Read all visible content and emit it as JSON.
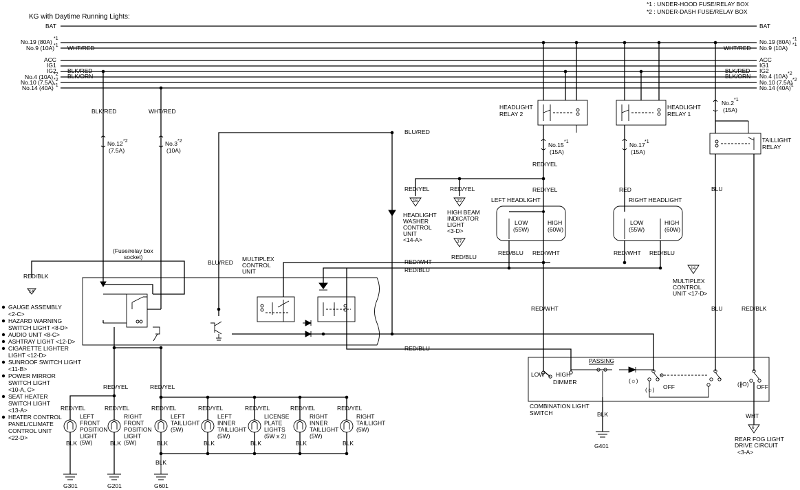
{
  "title": "KG with Daytime Running Lights:",
  "notes": [
    "*1 : UNDER-HOOD FUSE/RELAY BOX",
    "*2 : UNDER-DASH FUSE/RELAY BOX"
  ],
  "buses": {
    "bat": "BAT",
    "no19": "No.19 (80A)",
    "no9": "No.9 (10A)",
    "acc": "ACC",
    "ig1": "IG1",
    "ig2": "IG2",
    "no4": "No.4 (10A)",
    "no10": "No.10 (7.5A)",
    "no14": "No.14 (40A)",
    "m1": "*1",
    "m2": "*2",
    "whtred": "WHT/RED",
    "blkred": "BLK/RED",
    "blkorn": "BLK/ORN"
  },
  "wires": {
    "blkred": "BLK/RED",
    "whtred": "WHT/RED",
    "blured": "BLU/RED",
    "redyel": "RED/YEL",
    "red": "RED",
    "blu": "BLU",
    "redblk": "RED/BLK",
    "redblu": "RED/BLU",
    "redwht": "RED/WHT",
    "blk": "BLK",
    "wht": "WHT"
  },
  "fuses": {
    "no12": "No.12",
    "no12_amp": "(7.5A)",
    "no3": "No.3",
    "no3_amp": "(10A)",
    "no15": "No.15",
    "no15_amp": "(15A)",
    "no17": "No.17",
    "no17_amp": "(15A)",
    "no2": "No.2",
    "no2_amp": "(15A)"
  },
  "relays": {
    "hl2_a": "HEADLIGHT",
    "hl2_b": "RELAY 2",
    "hl1_a": "HEADLIGHT",
    "hl1_b": "RELAY 1",
    "tl_a": "TAILLIGHT",
    "tl_b": "RELAY"
  },
  "modules": {
    "socket_a": "(Fuse/relay box",
    "socket_b": "socket)",
    "mpx_a": "MULTIPLEX",
    "mpx_b": "CONTROL",
    "mpx_c": "UNIT",
    "washer": [
      "HEADLIGHT",
      "WASHER",
      "CONTROL",
      "UNIT",
      "<14-A>"
    ],
    "highbeam": [
      "HIGH BEAM",
      "INDICATOR",
      "LIGHT",
      "<3-D>"
    ],
    "mpx2": [
      "MULTIPLEX",
      "CONTROL",
      "UNIT <17-D>"
    ],
    "rearfog": [
      "REAR FOG LIGHT",
      "DRIVE CIRCUIT",
      "<3-A>"
    ]
  },
  "connectors": {
    "c16": "16",
    "c22": "22",
    "c37": "37",
    "c14a": "14",
    "c14b": "14",
    "c6": "6"
  },
  "headlights": {
    "left": "LEFT HEADLIGHT",
    "right": "RIGHT HEADLIGHT",
    "low": "LOW",
    "low_w": "(55W)",
    "high": "HIGH",
    "high_w": "(60W)"
  },
  "switch": {
    "passing": "PASSING",
    "low": "LOW",
    "high": "HIGH",
    "dimmer": "DIMMER",
    "off": "OFF",
    "pos1": "(☼)",
    "pos2": "(☼)",
    "fog": "(∦O)",
    "name_a": "COMBINATION LIGHT",
    "name_b": "SWITCH"
  },
  "grounds": {
    "g301": "G301",
    "g201": "G201",
    "g601": "G601",
    "g401": "G401"
  },
  "side_list": [
    [
      "GAUGE ASSEMBLY",
      "<2-C>"
    ],
    [
      "HAZARD WARNING",
      "SWITCH LIGHT <8-D>"
    ],
    [
      "AUDIO UNIT <8-C>"
    ],
    [
      "ASHTRAY LIGHT <12-D>"
    ],
    [
      "CIGARETTE LIGHTER",
      "LIGHT <12-D>"
    ],
    [
      "SUNROOF SWITCH LIGHT",
      "<11-B>"
    ],
    [
      "POWER MIRROR",
      "SWITCH LIGHT",
      "<10-A, C>"
    ],
    [
      "SEAT HEATER",
      "SWITCH LIGHT",
      "<13-A>"
    ],
    [
      "HEATER CONTROL",
      "PANEL/CLIMATE",
      "CONTROL UNIT",
      "<22-D>"
    ]
  ],
  "lights": [
    [
      "LEFT",
      "FRONT",
      "POSITION",
      "LIGHT",
      "(5W)"
    ],
    [
      "RIGHT",
      "FRONT",
      "POSITION",
      "LIGHT",
      "(5W)"
    ],
    [
      "LEFT",
      "TAILLIGHT",
      "(5W)"
    ],
    [
      "LEFT",
      "INNER",
      "TAILLIGHT",
      "(5W)"
    ],
    [
      "LICENSE",
      "PLATE",
      "LIGHTS",
      "(5W x 2)"
    ],
    [
      "RIGHT",
      "INNER",
      "TAILLIGHT",
      "(5W)"
    ],
    [
      "RIGHT",
      "TAILLIGHT",
      "(5W)"
    ]
  ]
}
